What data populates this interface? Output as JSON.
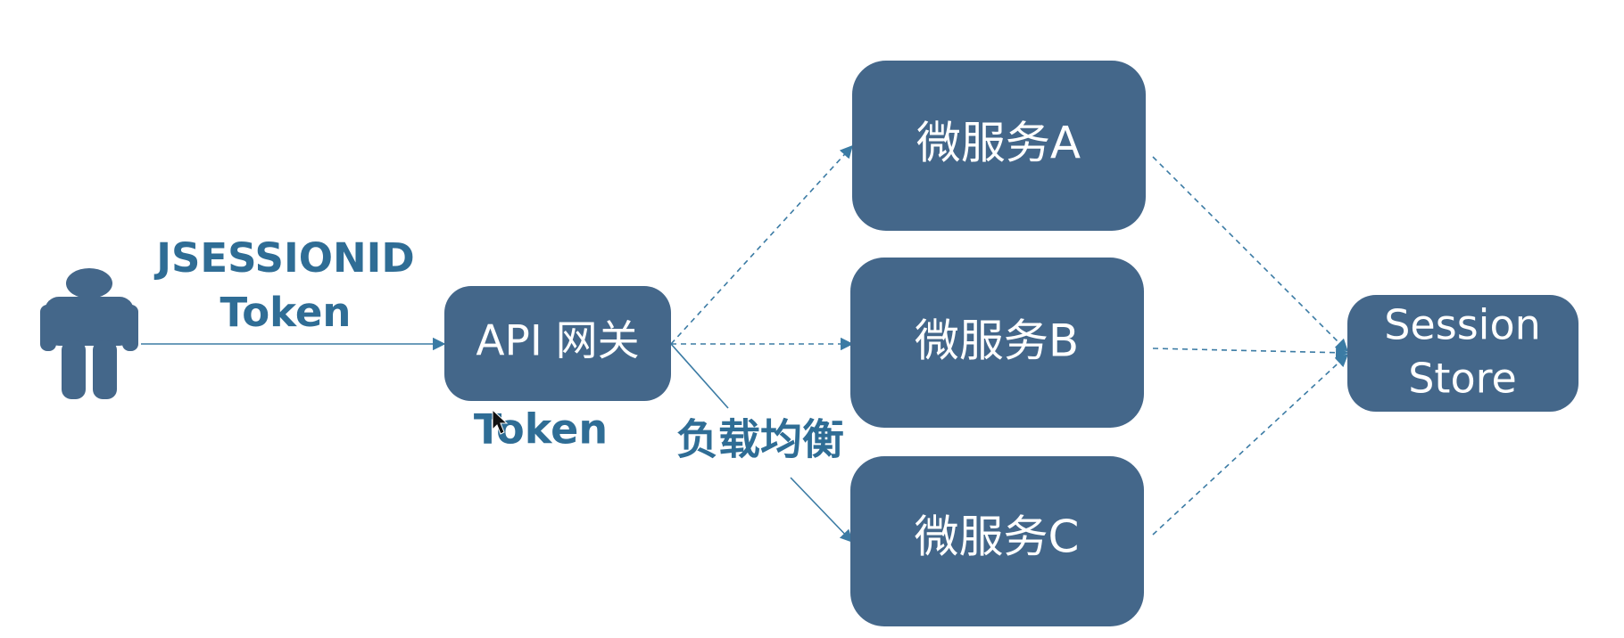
{
  "colors": {
    "node_fill": "#44678a",
    "node_text": "#ffffff",
    "label_text": "#2f6d95",
    "edge": "#3b7ba4"
  },
  "user": {
    "icon": "user-icon"
  },
  "labels": {
    "user_to_gateway_line1": "JSESSIONID",
    "user_to_gateway_line2": "Token",
    "gateway_token": "Token",
    "load_balance": "负载均衡"
  },
  "nodes": {
    "gateway": "API 网关",
    "service_a": "微服务A",
    "service_b": "微服务B",
    "service_c": "微服务C",
    "session_store_line1": "Session",
    "session_store_line2": "Store"
  },
  "cursor": {
    "icon": "mouse-pointer-icon"
  }
}
